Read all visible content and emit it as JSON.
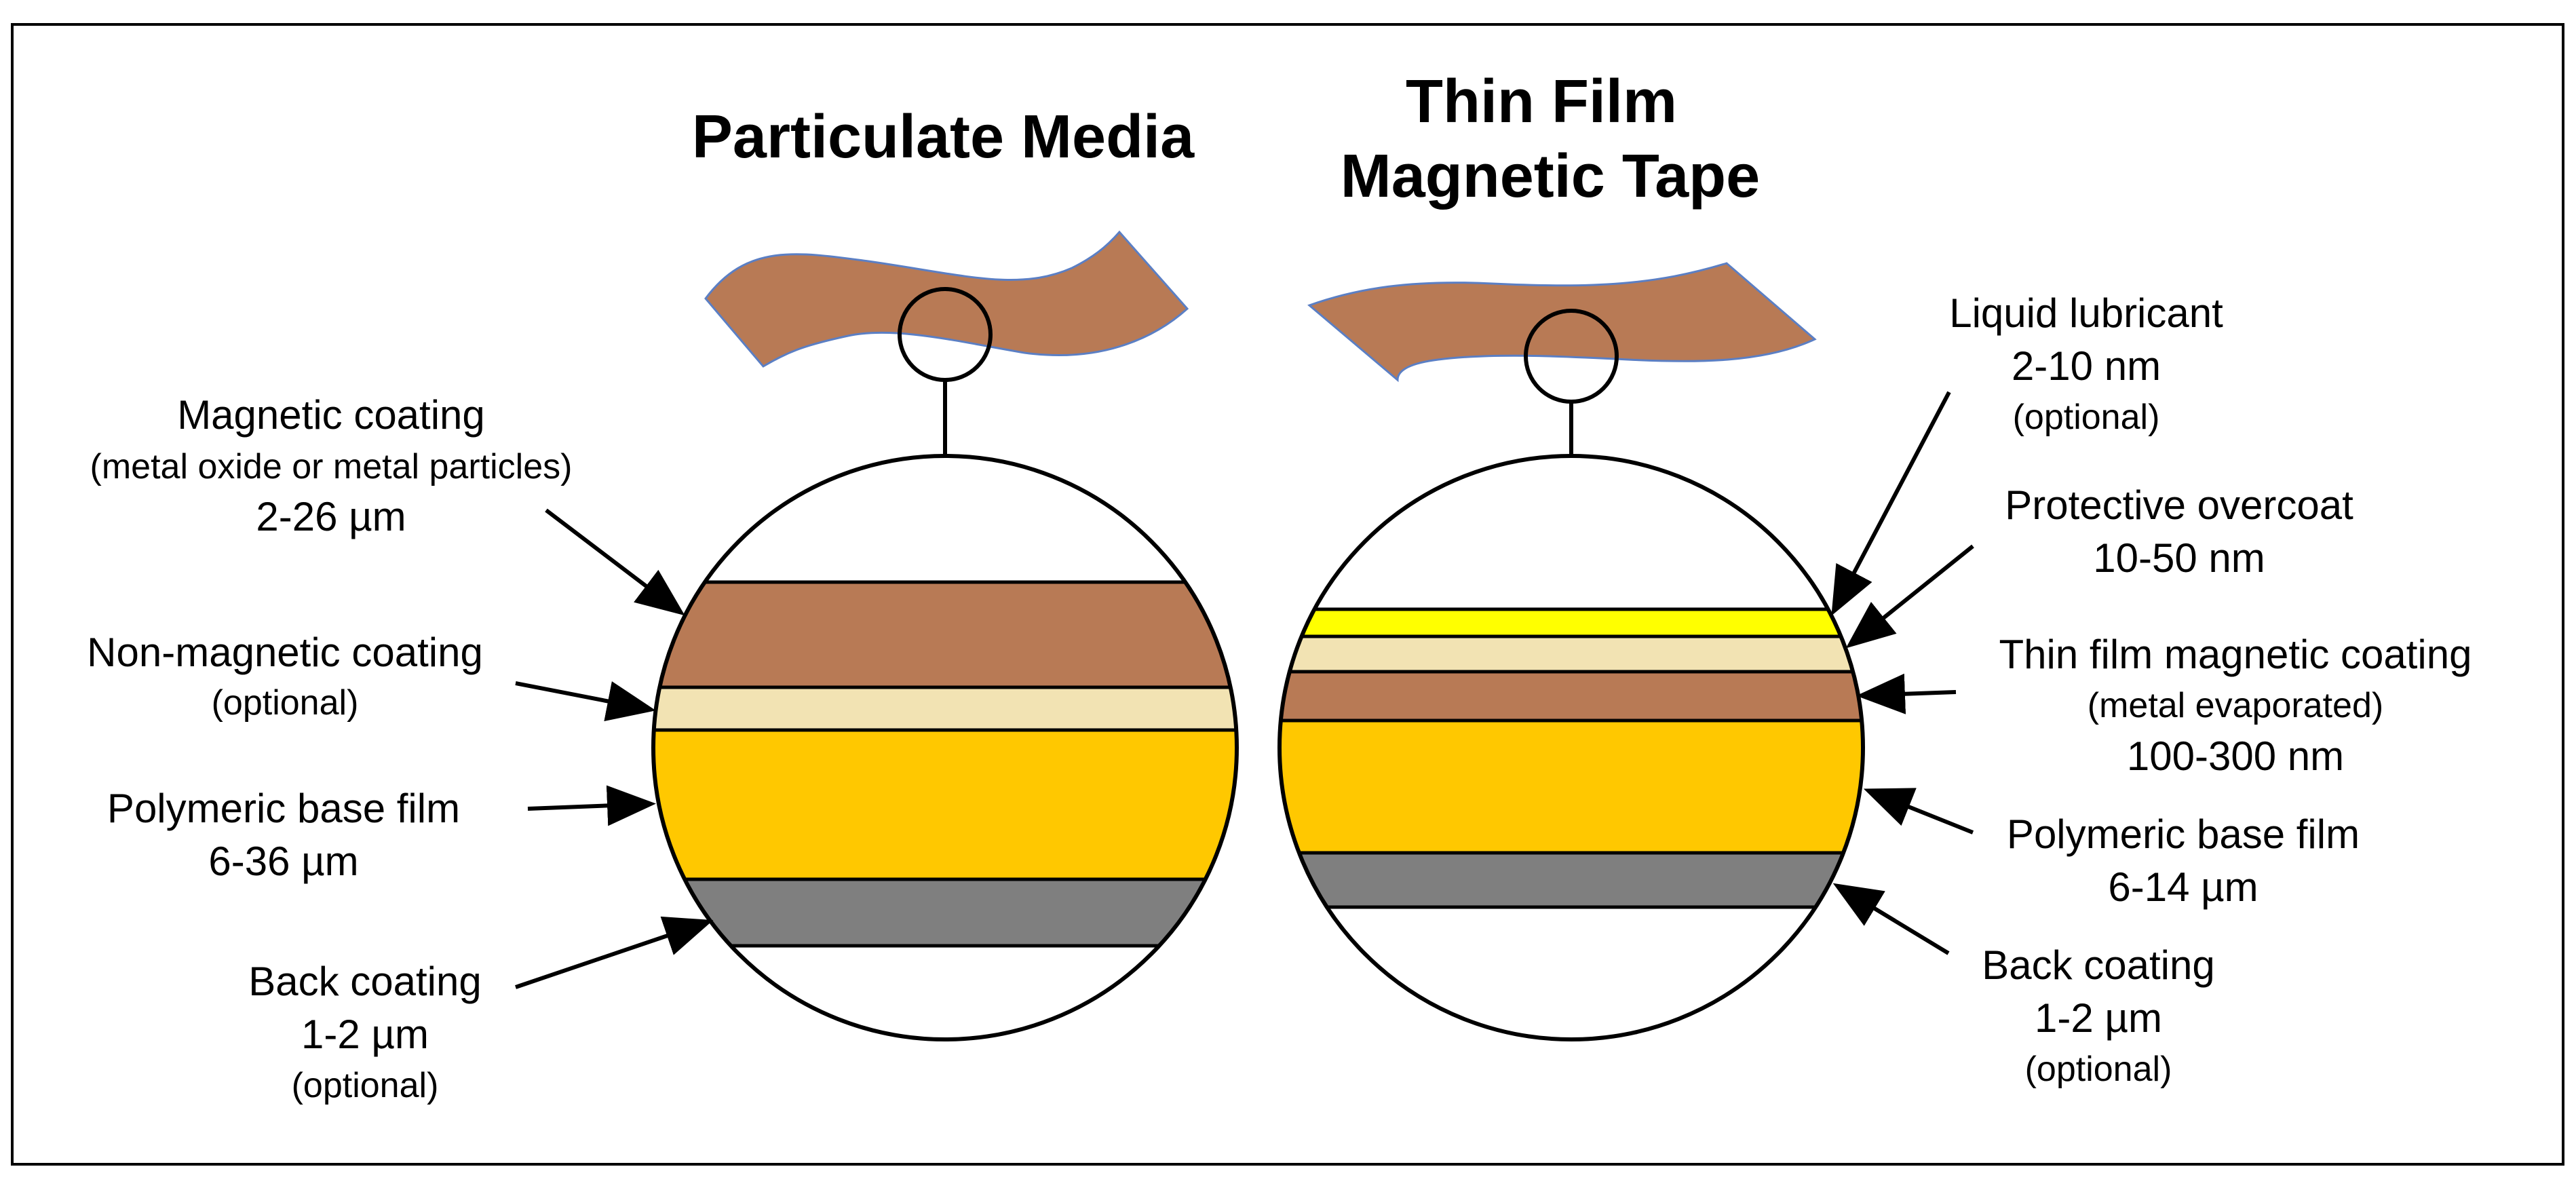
{
  "colors": {
    "tape": "#B87A55",
    "tape_edge": "#5B7FC4",
    "magnetic": "#B87A55",
    "nonmagnetic": "#F2E3B3",
    "base": "#FFC800",
    "back": "#7F7F7F",
    "lubricant": "#FFFF00",
    "overcoat": "#F2E3B3",
    "line": "#000000"
  },
  "particulate": {
    "title": "Particulate Media",
    "labels": {
      "magnetic": {
        "line1": "Magnetic coating",
        "line2": "(metal oxide or metal particles)",
        "line3": "2-26 µm"
      },
      "nonmagnetic": {
        "line1": "Non-magnetic coating",
        "line2": "(optional)"
      },
      "base": {
        "line1": "Polymeric base film",
        "line2": "6-36 µm"
      },
      "back": {
        "line1": "Back coating",
        "line2": "1-2 µm",
        "line3": "(optional)"
      }
    }
  },
  "thinfilm": {
    "title_line1": "Thin Film",
    "title_line2": "Magnetic Tape",
    "labels": {
      "lubricant": {
        "line1": "Liquid lubricant",
        "line2": "2-10 nm",
        "line3": "(optional)"
      },
      "overcoat": {
        "line1": "Protective overcoat",
        "line2": "10-50 nm"
      },
      "magnetic": {
        "line1": "Thin film magnetic coating",
        "line2": "(metal evaporated)",
        "line3": "100-300 nm"
      },
      "base": {
        "line1": "Polymeric base film",
        "line2": "6-14 µm"
      },
      "back": {
        "line1": "Back coating",
        "line2": "1-2 µm",
        "line3": "(optional)"
      }
    }
  }
}
